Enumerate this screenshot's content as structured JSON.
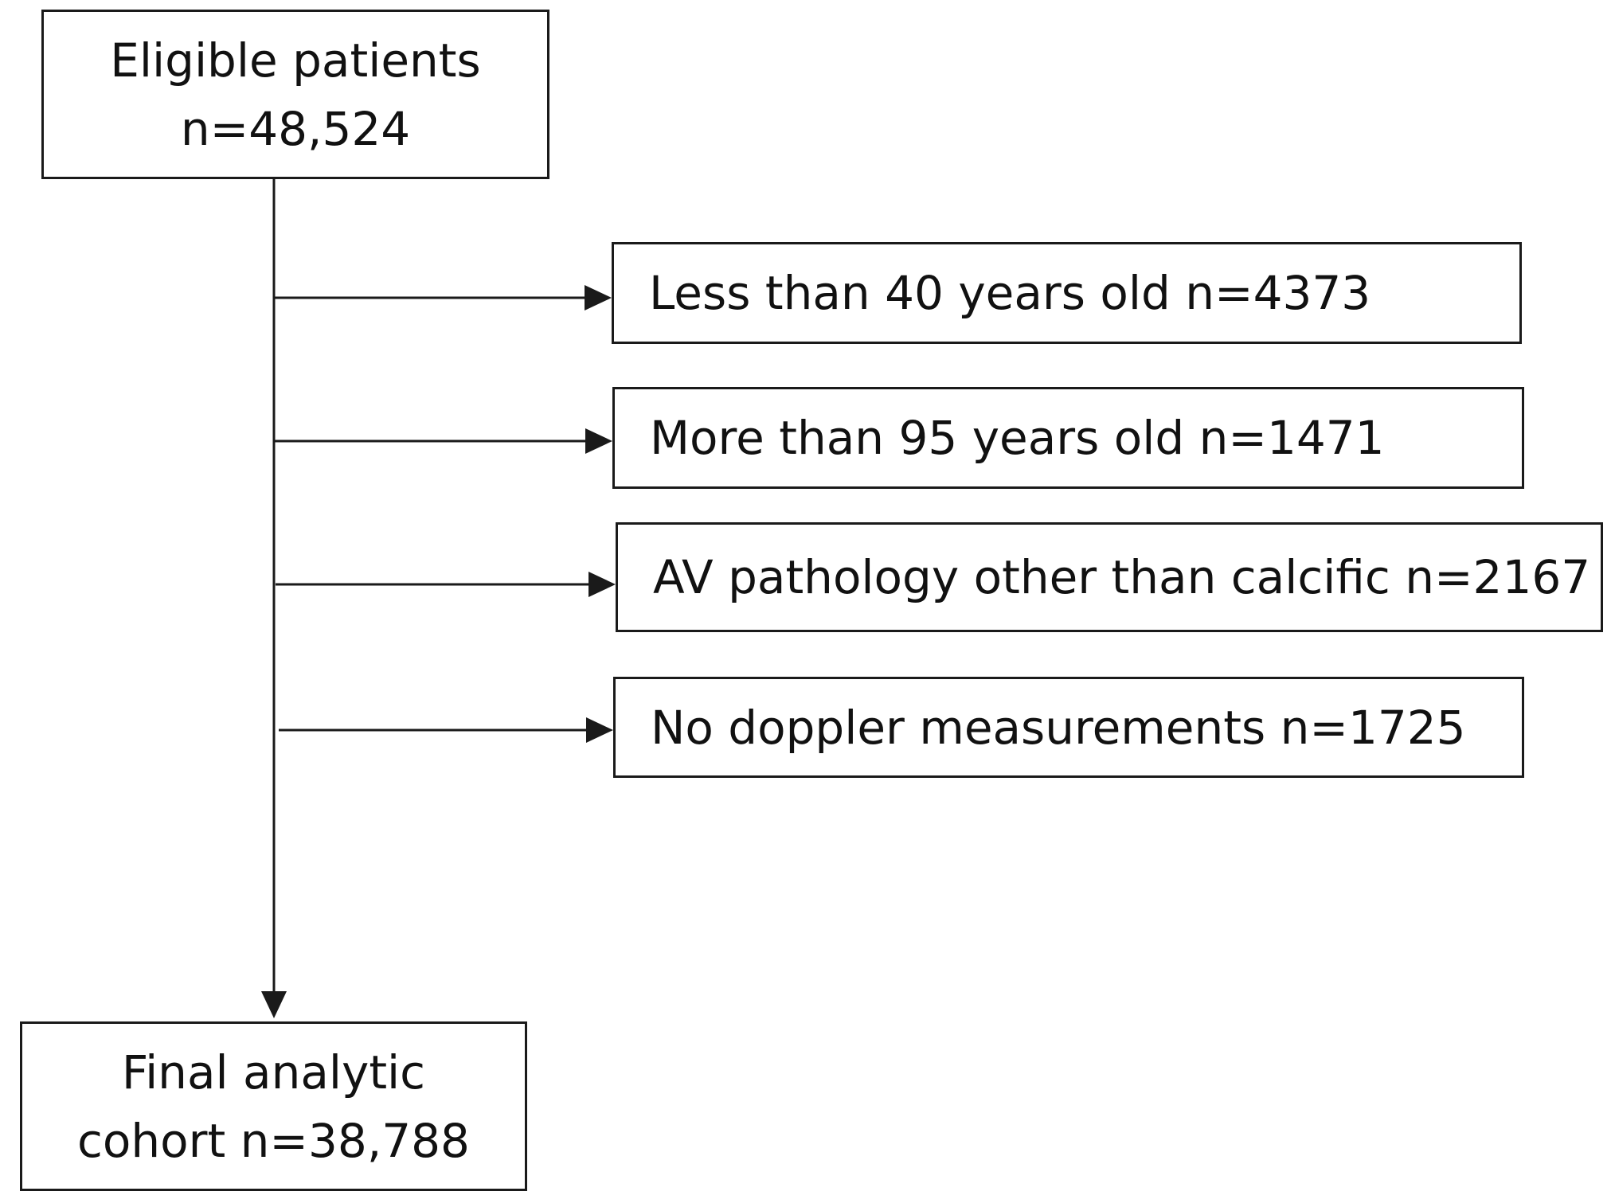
{
  "start": {
    "line1": "Eligible patients",
    "line2": "n=48,524"
  },
  "exclusions": [
    {
      "text": "Less than 40 years old n=4373"
    },
    {
      "text": "More than 95 years old n=1471"
    },
    {
      "text": "AV pathology other than calcific n=2167"
    },
    {
      "text": "No doppler measurements n=1725"
    }
  ],
  "end": {
    "line1": "Final analytic",
    "line2": "cohort n=38,788"
  }
}
